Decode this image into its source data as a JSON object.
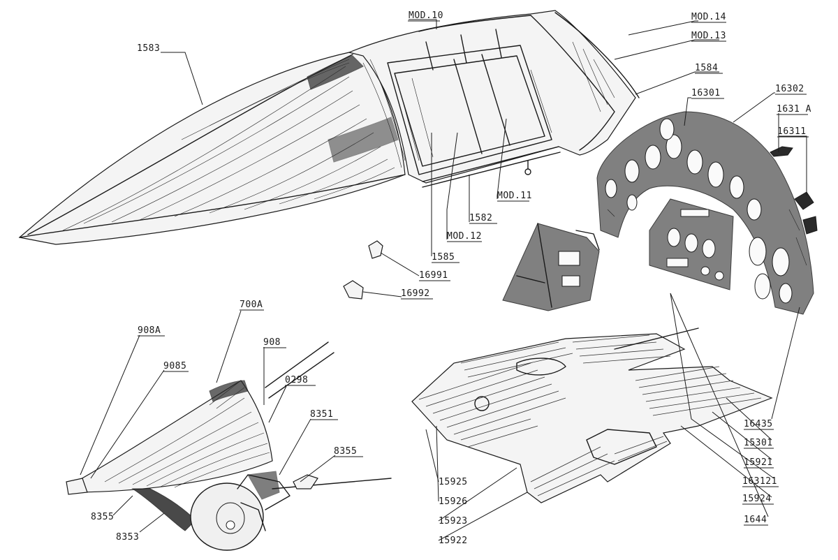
{
  "callouts": [
    {
      "id": "1583",
      "text": "1583"
    },
    {
      "id": "MOD10",
      "text": "MOD.10"
    },
    {
      "id": "MOD14",
      "text": "MOD.14"
    },
    {
      "id": "MOD13",
      "text": "MOD.13"
    },
    {
      "id": "1584",
      "text": "1584"
    },
    {
      "id": "16301",
      "text": "16301"
    },
    {
      "id": "16302",
      "text": "16302"
    },
    {
      "id": "1631A",
      "text": "1631 A"
    },
    {
      "id": "16311",
      "text": "16311"
    },
    {
      "id": "MOD11",
      "text": "MOD.11"
    },
    {
      "id": "1582",
      "text": "1582"
    },
    {
      "id": "MOD12",
      "text": "MOD.12"
    },
    {
      "id": "1585",
      "text": "1585"
    },
    {
      "id": "16991",
      "text": "16991"
    },
    {
      "id": "16992",
      "text": "16992"
    },
    {
      "id": "700A",
      "text": "700A"
    },
    {
      "id": "908A",
      "text": "908A"
    },
    {
      "id": "908",
      "text": "908"
    },
    {
      "id": "9085",
      "text": "9085"
    },
    {
      "id": "0298",
      "text": "0298"
    },
    {
      "id": "8351",
      "text": "8351"
    },
    {
      "id": "8355a",
      "text": "8355"
    },
    {
      "id": "8355b",
      "text": "8355"
    },
    {
      "id": "8353",
      "text": "8353"
    },
    {
      "id": "16435",
      "text": "16435"
    },
    {
      "id": "15301",
      "text": "15301"
    },
    {
      "id": "15921",
      "text": "15921"
    },
    {
      "id": "163121",
      "text": "163121"
    },
    {
      "id": "15924",
      "text": "15924"
    },
    {
      "id": "1644",
      "text": "1644"
    },
    {
      "id": "15925",
      "text": "15925"
    },
    {
      "id": "15926",
      "text": "15926"
    },
    {
      "id": "15923",
      "text": "15923"
    },
    {
      "id": "15922",
      "text": "15922"
    }
  ]
}
